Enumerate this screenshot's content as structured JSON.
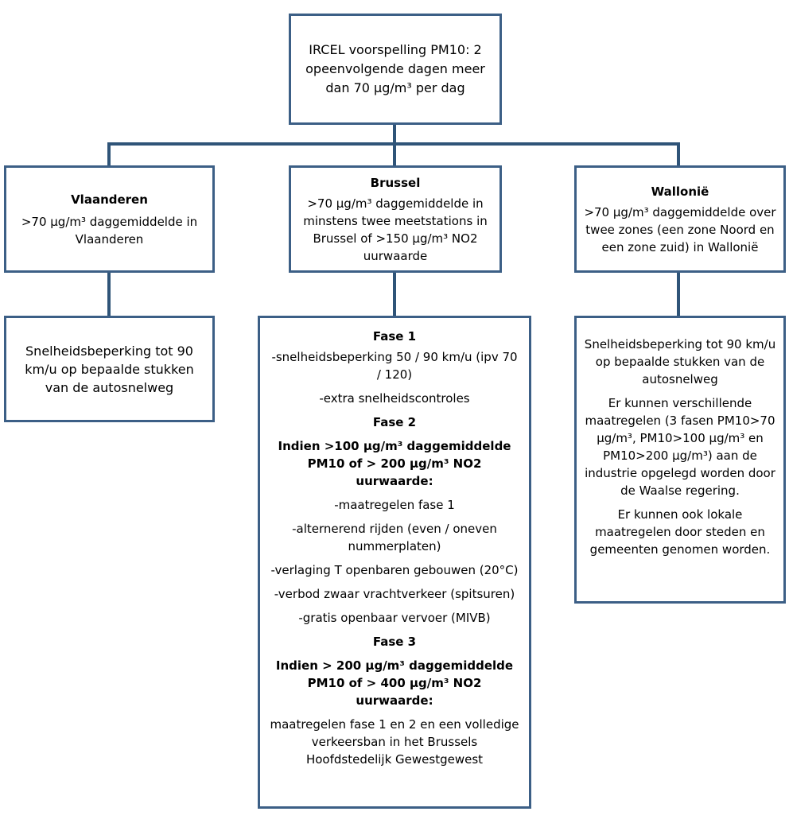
{
  "top": {
    "text": "IRCEL voorspelling PM10: 2 opeenvolgende dagen meer dan 70 µg/m³ per dag"
  },
  "vlaanderen": {
    "title": "Vlaanderen",
    "criterion": ">70 µg/m³ daggemiddelde in Vlaanderen",
    "measure": "Snelheidsbeperking tot 90 km/u op bepaalde stukken van de autosnelweg"
  },
  "brussel": {
    "title": "Brussel",
    "criterion": ">70 µg/m³ daggemiddelde in minstens twee meetstations in Brussel of >150 µg/m³ NO2 uurwaarde",
    "fase1_title": "Fase 1",
    "fase1_items": [
      "-snelheidsbeperking  50 / 90 km/u  (ipv 70 / 120)",
      "-extra snelheidscontroles"
    ],
    "fase2_title": "Fase 2",
    "fase2_condition": "Indien >100 µg/m³ daggemiddelde PM10 of > 200 µg/m³ NO2 uurwaarde:",
    "fase2_items": [
      "-maatregelen fase 1",
      "-alternerend rijden (even / oneven nummerplaten)",
      "-verlaging T openbaren gebouwen (20°C)",
      "-verbod zwaar vrachtverkeer (spitsuren)",
      "-gratis openbaar vervoer (MIVB)"
    ],
    "fase3_title": "Fase 3",
    "fase3_condition": "Indien > 200 µg/m³ daggemiddelde PM10 of > 400 µg/m³ NO2 uurwaarde:",
    "fase3_text": "maatregelen fase 1 en 2  en een volledige verkeersban in het Brussels Hoofdstedelijk Gewestgewest"
  },
  "wallonie": {
    "title": "Wallonië",
    "criterion": ">70 µg/m³ daggemiddelde over twee zones (een zone Noord en een zone zuid) in Wallonië",
    "measure1": "Snelheidsbeperking tot 90 km/u op bepaalde stukken van de autosnelweg",
    "measure2": "Er kunnen verschillende maatregelen (3 fasen PM10>70 µg/m³, PM10>100 µg/m³ en PM10>200 µg/m³) aan de industrie opgelegd worden door de Waalse regering.",
    "measure3": "Er kunnen ook lokale maatregelen door steden en gemeenten genomen worden."
  },
  "colors": {
    "box_border": "#3c5f86",
    "connector": "#2f5478"
  }
}
